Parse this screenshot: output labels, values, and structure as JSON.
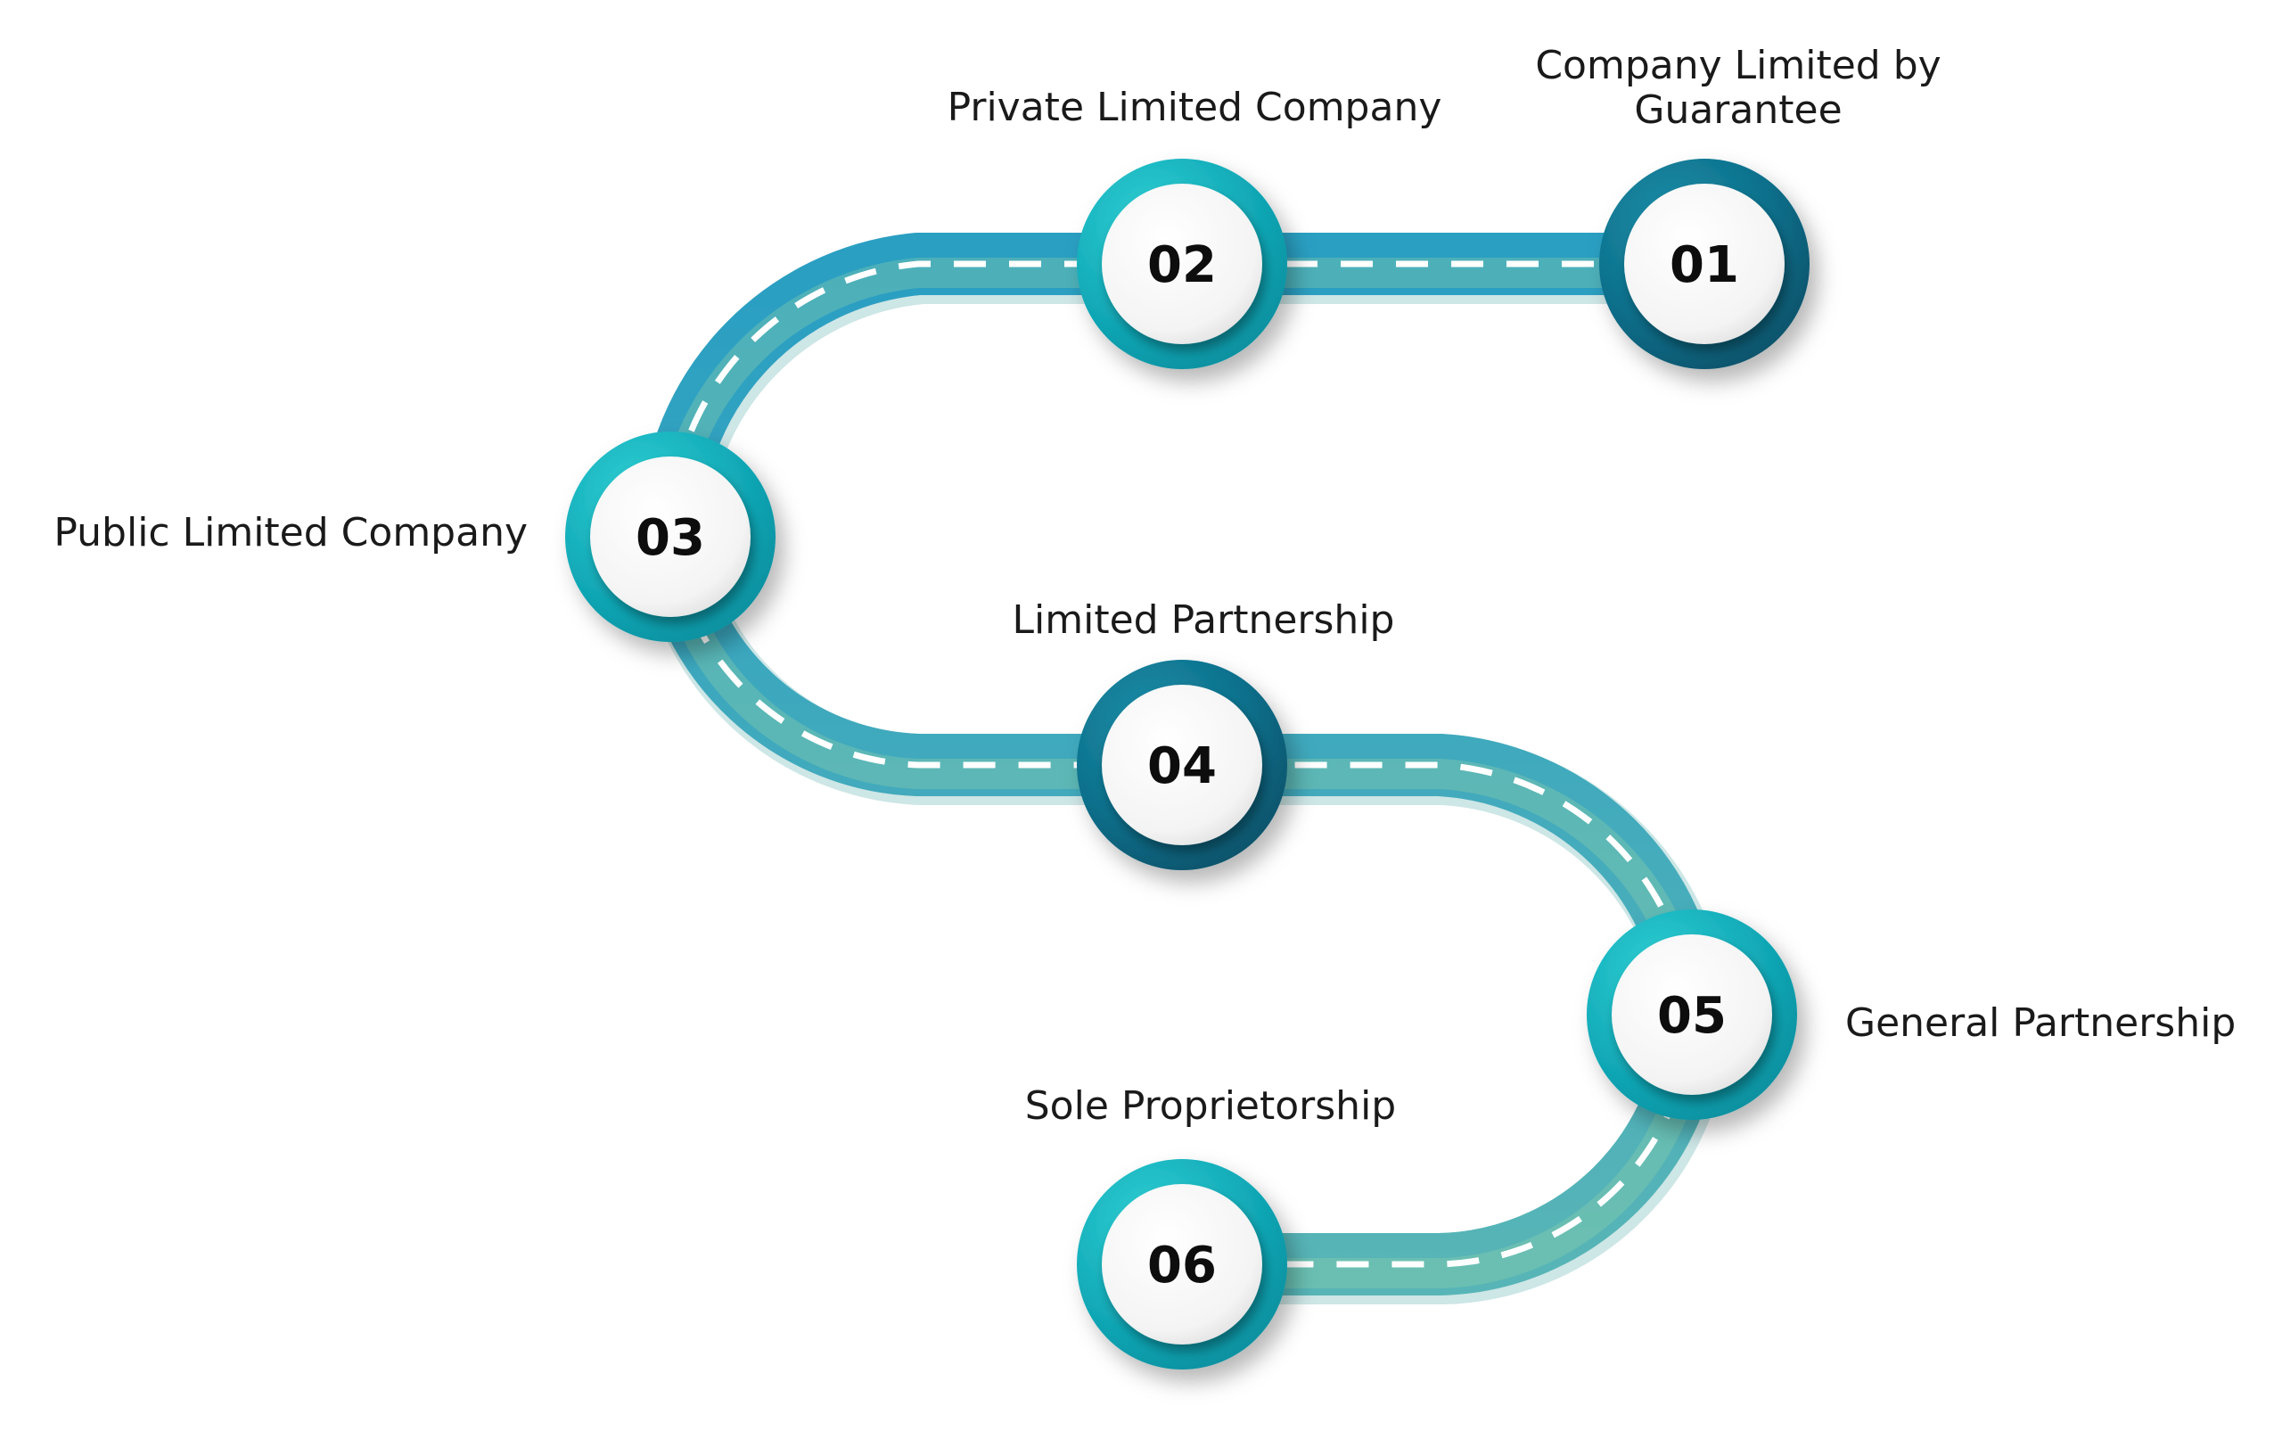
{
  "colors": {
    "road_top": "#2a9fc2",
    "road_bottom": "#8fd0a8",
    "ring_teal": "#16b3bd",
    "ring_dark": "#0e6f8a",
    "dash": "#ffffff",
    "inner_disc": "#f7f7f7",
    "text": "#1a1a1a"
  },
  "steps": [
    {
      "number": "01",
      "label_lines": [
        "Company Limited by",
        "Guarantee"
      ],
      "ring": "dark"
    },
    {
      "number": "02",
      "label_lines": [
        "Private Limited Company"
      ],
      "ring": "teal"
    },
    {
      "number": "03",
      "label_lines": [
        "Public Limited Company"
      ],
      "ring": "teal"
    },
    {
      "number": "04",
      "label_lines": [
        "Limited Partnership"
      ],
      "ring": "dark"
    },
    {
      "number": "05",
      "label_lines": [
        "General Partnership"
      ],
      "ring": "teal"
    },
    {
      "number": "06",
      "label_lines": [
        "Sole Proprietorship"
      ],
      "ring": "teal"
    }
  ]
}
